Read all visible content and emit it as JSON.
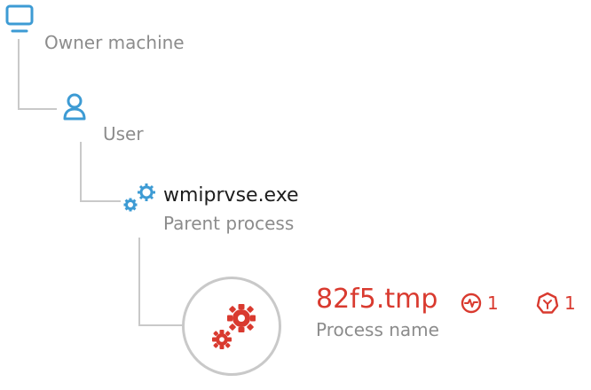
{
  "tree": {
    "owner_machine": {
      "label": "Owner machine",
      "icon": "monitor-icon"
    },
    "user": {
      "label": "User",
      "icon": "user-icon"
    },
    "parent_process": {
      "name": "wmiprvse.exe",
      "label": "Parent process",
      "icon": "gears-icon"
    },
    "process": {
      "name": "82f5.tmp",
      "label": "Process name",
      "icon": "gears-icon",
      "badges": [
        {
          "icon": "activity-icon",
          "count": "1"
        },
        {
          "icon": "shield-alert-icon",
          "count": "1"
        }
      ]
    }
  },
  "colors": {
    "accent_blue": "#3d9bd4",
    "alert_red": "#d93a2f",
    "connector_gray": "#c9c9c9",
    "muted_text": "#8c8c8c"
  }
}
